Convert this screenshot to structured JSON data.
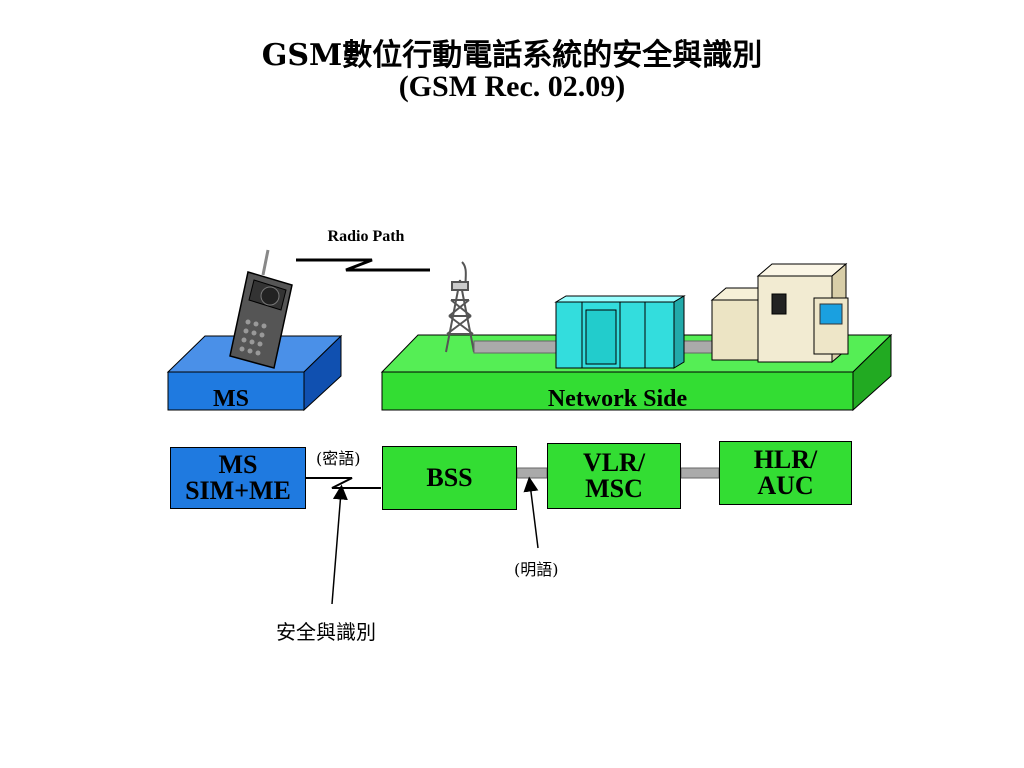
{
  "title": {
    "line1": "GSM數位行動電話系統的安全與識別",
    "line2": "(GSM Rec. 02.09)"
  },
  "top_diagram": {
    "radio_path_label": "Radio Path",
    "ms_platform_label": "MS",
    "network_platform_label": "Network Side"
  },
  "bottom_diagram": {
    "ms_box_line1": "MS",
    "ms_box_line2": "SIM+ME",
    "bss_label": "BSS",
    "vlr_line1": "VLR/",
    "vlr_line2": "MSC",
    "hlr_line1": "HLR/",
    "hlr_line2": "AUC",
    "encrypted_label": "(密語)",
    "plain_label": "(明語)",
    "security_label": "安全與識別"
  },
  "colors": {
    "blue": "#1f7ae0",
    "green": "#33dd33",
    "cyan": "#33dddd"
  }
}
